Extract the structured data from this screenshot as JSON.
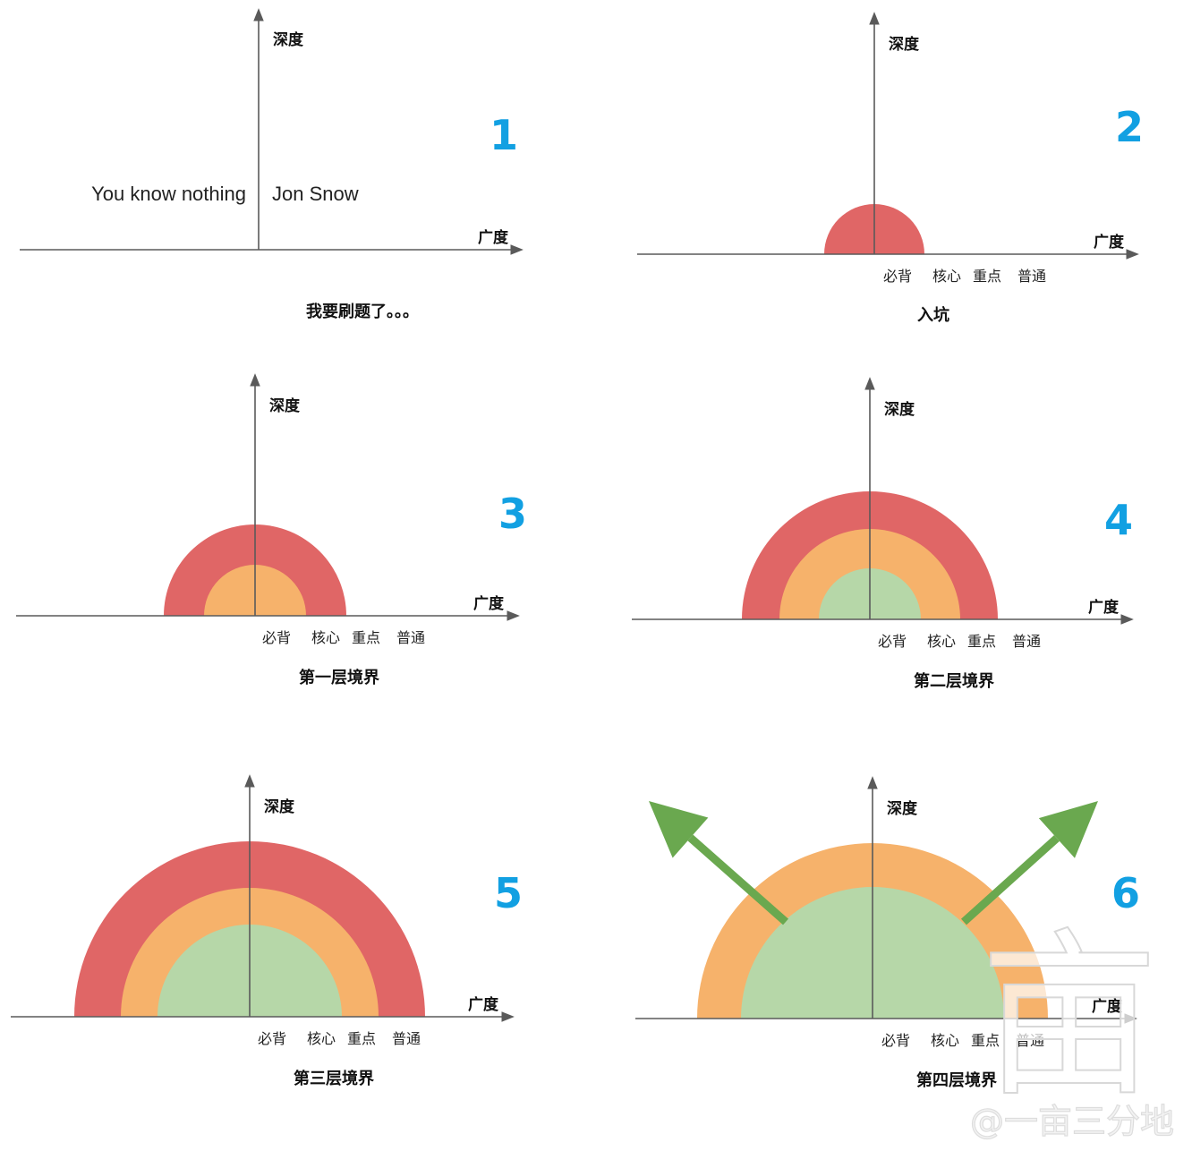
{
  "colors": {
    "background": "#ffffff",
    "axis": "#5a5a5a",
    "panel_number": "#12a0e2",
    "layer_must": "#e06666",
    "layer_core": "#f6b26b",
    "layer_key": "#b6d7a8",
    "arrow": "#6aa84f"
  },
  "axes": {
    "y_label": "深度",
    "x_label": "广度"
  },
  "tick_labels": [
    "必背",
    "核心",
    "重点",
    "普通"
  ],
  "panels": [
    {
      "number": "1",
      "caption": "我要刷题了。。。",
      "quote_left": "You know nothing",
      "quote_right": "Jon Snow",
      "show_ticks": false,
      "layers": [],
      "arrows": false
    },
    {
      "number": "2",
      "caption": "入坑",
      "show_ticks": true,
      "layers": [
        "layer_must"
      ],
      "arrows": false
    },
    {
      "number": "3",
      "caption": "第一层境界",
      "show_ticks": true,
      "layers": [
        "layer_must",
        "layer_core"
      ],
      "arrows": false
    },
    {
      "number": "4",
      "caption": "第二层境界",
      "show_ticks": true,
      "layers": [
        "layer_must",
        "layer_core",
        "layer_key"
      ],
      "arrows": false
    },
    {
      "number": "5",
      "caption": "第三层境界",
      "show_ticks": true,
      "layers": [
        "layer_must",
        "layer_core",
        "layer_key"
      ],
      "arrows": false
    },
    {
      "number": "6",
      "caption": "第四层境界",
      "show_ticks": true,
      "layers": [
        "layer_core",
        "layer_key"
      ],
      "arrows": true
    }
  ],
  "watermark": {
    "text": "@一亩三分地",
    "logo_glyph": "亩"
  }
}
